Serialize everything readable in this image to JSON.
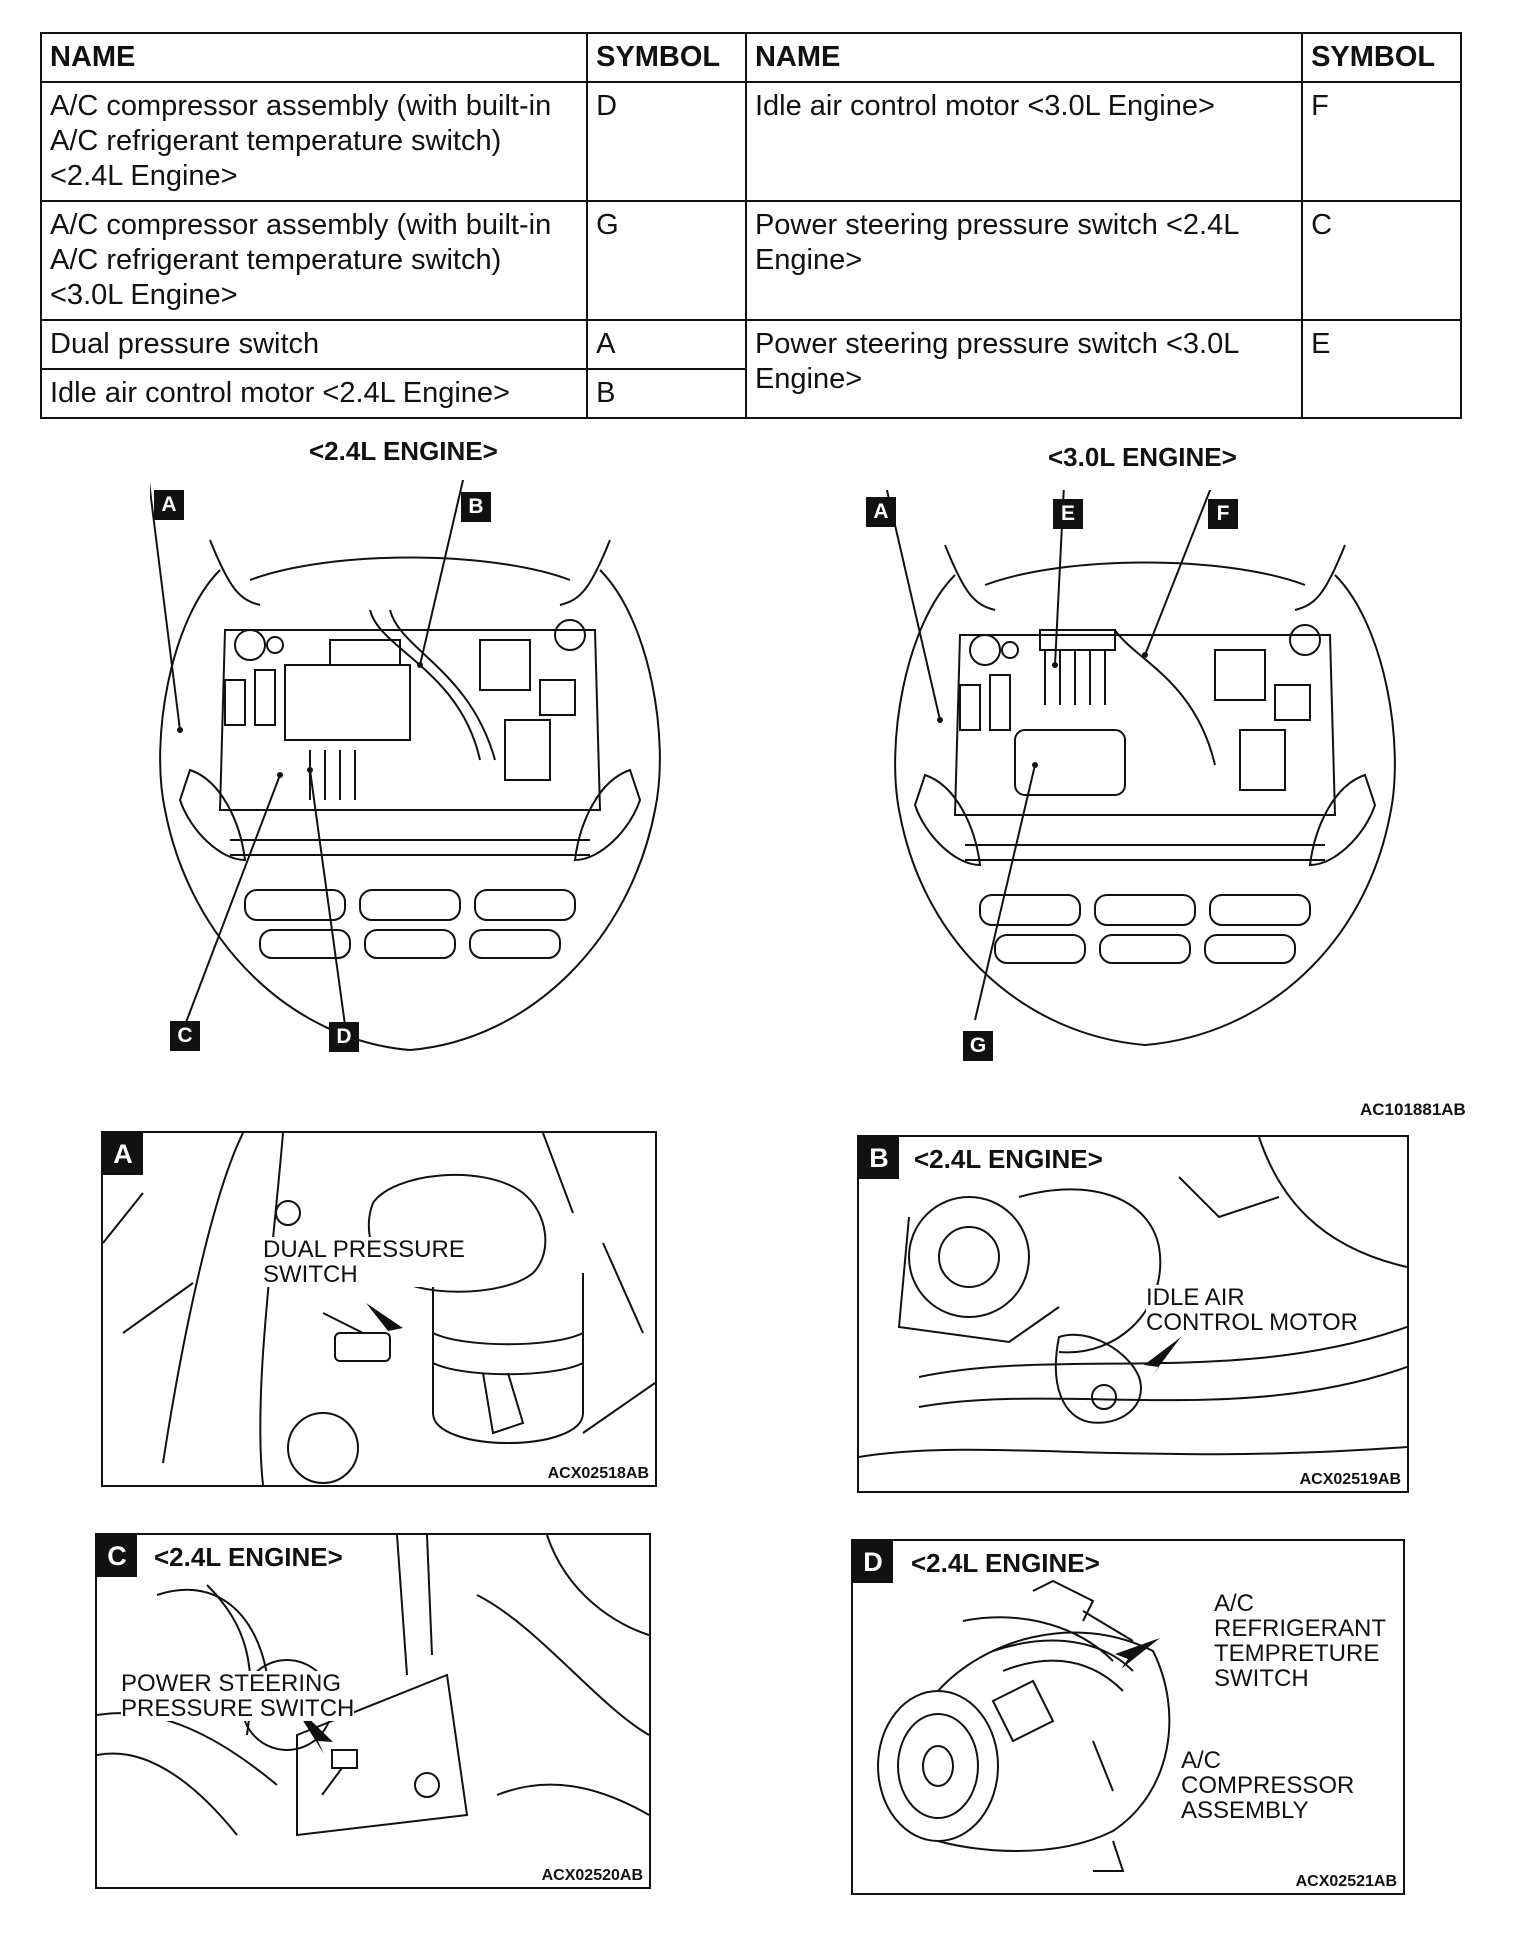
{
  "table": {
    "headers": {
      "name": "NAME",
      "symbol": "SYMBOL"
    },
    "left": [
      {
        "name": "A/C compressor assembly (with built-in A/C refrigerant temperature switch) <2.4L Engine>",
        "symbol": "D"
      },
      {
        "name": "A/C compressor assembly (with built-in A/C refrigerant temperature switch) <3.0L Engine>",
        "symbol": "G"
      },
      {
        "name": "Dual pressure switch",
        "symbol": "A"
      },
      {
        "name": "Idle air control motor <2.4L Engine>",
        "symbol": "B"
      }
    ],
    "right": [
      {
        "name": "Idle air control motor <3.0L Engine>",
        "symbol": "F"
      },
      {
        "name": "Power steering pressure switch <2.4L Engine>",
        "symbol": "C"
      },
      {
        "name": "Power steering pressure switch <3.0L Engine>",
        "symbol": "E"
      }
    ]
  },
  "overview": {
    "engine_24": {
      "title": "<2.4L ENGINE>",
      "tags": [
        "A",
        "B",
        "C",
        "D"
      ]
    },
    "engine_30": {
      "title": "<3.0L ENGINE>",
      "tags": [
        "A",
        "E",
        "F",
        "G"
      ]
    },
    "ref_code": "AC101881AB"
  },
  "panels": {
    "a": {
      "tag": "A",
      "title": "",
      "labels": [
        "DUAL PRESSURE\nSWITCH"
      ],
      "ref": "ACX02518AB"
    },
    "b": {
      "tag": "B",
      "title": "<2.4L ENGINE>",
      "labels": [
        "IDLE AIR\nCONTROL MOTOR"
      ],
      "ref": "ACX02519AB"
    },
    "c": {
      "tag": "C",
      "title": "<2.4L ENGINE>",
      "labels": [
        "POWER STEERING\nPRESSURE SWITCH"
      ],
      "ref": "ACX02520AB"
    },
    "d": {
      "tag": "D",
      "title": "<2.4L ENGINE>",
      "labels": [
        "A/C\nREFRIGERANT\nTEMPRETURE\nSWITCH",
        "A/C\nCOMPRESSOR\nASSEMBLY"
      ],
      "ref": "ACX02521AB"
    }
  }
}
